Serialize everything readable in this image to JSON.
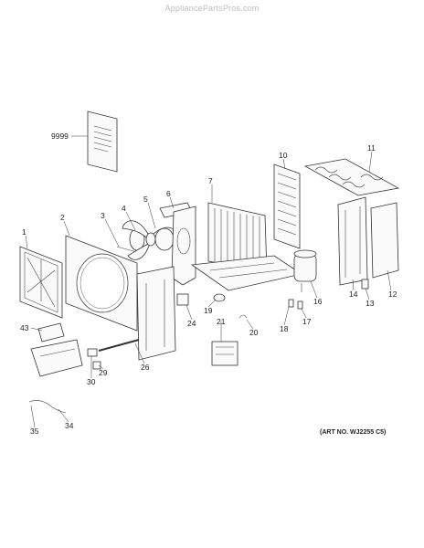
{
  "watermark": "AppliancePartsPros.com",
  "art_number": "(ART NO. WJ2255 C5)",
  "callouts": [
    {
      "label": "9999"
    },
    {
      "label": "1"
    },
    {
      "label": "2"
    },
    {
      "label": "3"
    },
    {
      "label": "4"
    },
    {
      "label": "5"
    },
    {
      "label": "6"
    },
    {
      "label": "7"
    },
    {
      "label": "10"
    },
    {
      "label": "11"
    },
    {
      "label": "12"
    },
    {
      "label": "13"
    },
    {
      "label": "14"
    },
    {
      "label": "16"
    },
    {
      "label": "17"
    },
    {
      "label": "18"
    },
    {
      "label": "19"
    },
    {
      "label": "20"
    },
    {
      "label": "21"
    },
    {
      "label": "24"
    },
    {
      "label": "26"
    },
    {
      "label": "29"
    },
    {
      "label": "30"
    },
    {
      "label": "34"
    },
    {
      "label": "35"
    },
    {
      "label": "43"
    }
  ]
}
